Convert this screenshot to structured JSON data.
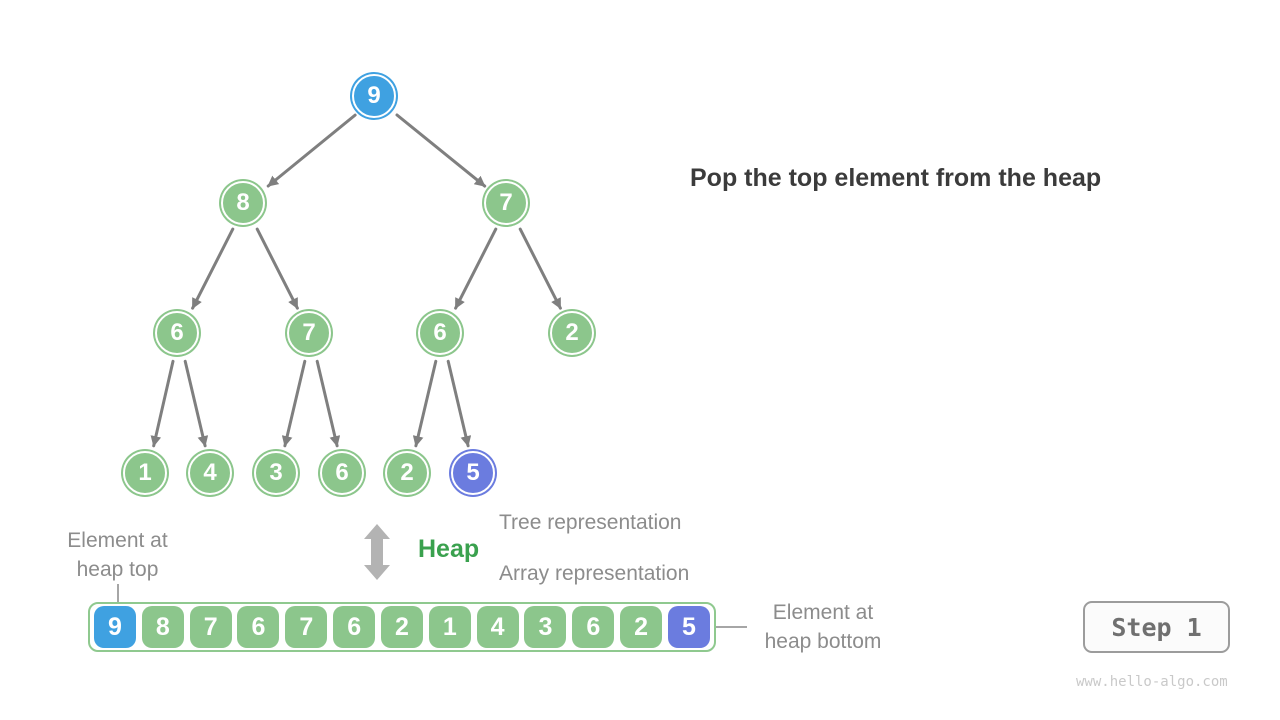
{
  "title": "Pop the top element from the heap",
  "heap_label": "Heap",
  "representations": {
    "tree": "Tree representation",
    "array": "Array representation"
  },
  "annotations": {
    "heap_top": {
      "line1": "Element at",
      "line2": "heap top"
    },
    "heap_bottom": {
      "line1": "Element at",
      "line2": "heap bottom"
    }
  },
  "tree": {
    "nodes": [
      {
        "value": "9",
        "color": "blue"
      },
      {
        "value": "8",
        "color": "green"
      },
      {
        "value": "7",
        "color": "green"
      },
      {
        "value": "6",
        "color": "green"
      },
      {
        "value": "7",
        "color": "green"
      },
      {
        "value": "6",
        "color": "green"
      },
      {
        "value": "2",
        "color": "green"
      },
      {
        "value": "1",
        "color": "green"
      },
      {
        "value": "4",
        "color": "green"
      },
      {
        "value": "3",
        "color": "green"
      },
      {
        "value": "6",
        "color": "green"
      },
      {
        "value": "2",
        "color": "green"
      },
      {
        "value": "5",
        "color": "purple"
      }
    ]
  },
  "array": {
    "cells": [
      {
        "value": "9",
        "color": "blue"
      },
      {
        "value": "8",
        "color": "green"
      },
      {
        "value": "7",
        "color": "green"
      },
      {
        "value": "6",
        "color": "green"
      },
      {
        "value": "7",
        "color": "green"
      },
      {
        "value": "6",
        "color": "green"
      },
      {
        "value": "2",
        "color": "green"
      },
      {
        "value": "1",
        "color": "green"
      },
      {
        "value": "4",
        "color": "green"
      },
      {
        "value": "3",
        "color": "green"
      },
      {
        "value": "6",
        "color": "green"
      },
      {
        "value": "2",
        "color": "green"
      },
      {
        "value": "5",
        "color": "purple"
      }
    ]
  },
  "step_button": {
    "label": "Step 1"
  },
  "watermark": "www.hello-algo.com",
  "icons": {
    "swap_arrow": "double-headed-vertical-arrow",
    "tree_edge": "arrow-to-child"
  },
  "colors": {
    "node_green": "#8cc68c",
    "node_blue": "#3fa1e1",
    "node_purple": "#6b7cdf",
    "array_border_green": "#8fc98f",
    "edge_gray": "#7f7f7f",
    "swap_arrow_gray": "#b3b3b3",
    "heap_label_green": "#3aa14e",
    "title_text": "#3b3b3b",
    "muted_text": "#8c8c8c"
  }
}
